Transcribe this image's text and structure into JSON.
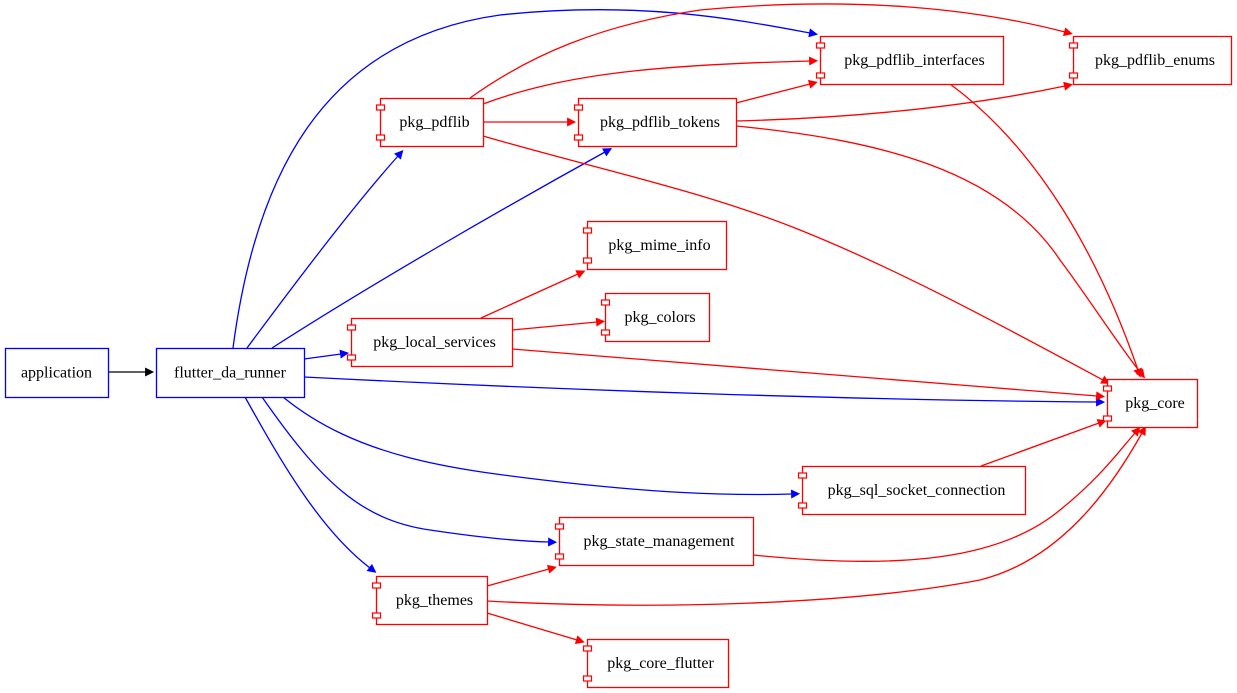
{
  "graph": {
    "colors": {
      "application": "#0000ff",
      "package": "#ff0000",
      "edge_app": "#000000",
      "edge_runner": "#0000ff",
      "edge_pkg": "#ff0000"
    },
    "nodes": [
      {
        "id": "application",
        "label": "application",
        "kind": "application"
      },
      {
        "id": "flutter_da_runner",
        "label": "flutter_da_runner",
        "kind": "application"
      },
      {
        "id": "pkg_pdflib",
        "label": "pkg_pdflib",
        "kind": "package"
      },
      {
        "id": "pkg_pdflib_tokens",
        "label": "pkg_pdflib_tokens",
        "kind": "package"
      },
      {
        "id": "pkg_pdflib_interfaces",
        "label": "pkg_pdflib_interfaces",
        "kind": "package"
      },
      {
        "id": "pkg_pdflib_enums",
        "label": "pkg_pdflib_enums",
        "kind": "package"
      },
      {
        "id": "pkg_mime_info",
        "label": "pkg_mime_info",
        "kind": "package"
      },
      {
        "id": "pkg_colors",
        "label": "pkg_colors",
        "kind": "package"
      },
      {
        "id": "pkg_local_services",
        "label": "pkg_local_services",
        "kind": "package"
      },
      {
        "id": "pkg_core",
        "label": "pkg_core",
        "kind": "package"
      },
      {
        "id": "pkg_sql_socket_connection",
        "label": "pkg_sql_socket_connection",
        "kind": "package"
      },
      {
        "id": "pkg_state_management",
        "label": "pkg_state_management",
        "kind": "package"
      },
      {
        "id": "pkg_themes",
        "label": "pkg_themes",
        "kind": "package"
      },
      {
        "id": "pkg_core_flutter",
        "label": "pkg_core_flutter",
        "kind": "package"
      }
    ],
    "edges": [
      {
        "from": "application",
        "to": "flutter_da_runner",
        "kind": "app"
      },
      {
        "from": "flutter_da_runner",
        "to": "pkg_pdflib_interfaces",
        "kind": "runner"
      },
      {
        "from": "flutter_da_runner",
        "to": "pkg_pdflib",
        "kind": "runner"
      },
      {
        "from": "flutter_da_runner",
        "to": "pkg_pdflib_tokens",
        "kind": "runner"
      },
      {
        "from": "flutter_da_runner",
        "to": "pkg_local_services",
        "kind": "runner"
      },
      {
        "from": "flutter_da_runner",
        "to": "pkg_core",
        "kind": "runner"
      },
      {
        "from": "flutter_da_runner",
        "to": "pkg_sql_socket_connection",
        "kind": "runner"
      },
      {
        "from": "flutter_da_runner",
        "to": "pkg_state_management",
        "kind": "runner"
      },
      {
        "from": "flutter_da_runner",
        "to": "pkg_themes",
        "kind": "runner"
      },
      {
        "from": "pkg_pdflib",
        "to": "pkg_pdflib_enums",
        "kind": "pkg"
      },
      {
        "from": "pkg_pdflib",
        "to": "pkg_pdflib_interfaces",
        "kind": "pkg"
      },
      {
        "from": "pkg_pdflib",
        "to": "pkg_pdflib_tokens",
        "kind": "pkg"
      },
      {
        "from": "pkg_pdflib",
        "to": "pkg_core",
        "kind": "pkg"
      },
      {
        "from": "pkg_pdflib_tokens",
        "to": "pkg_pdflib_interfaces",
        "kind": "pkg"
      },
      {
        "from": "pkg_pdflib_tokens",
        "to": "pkg_pdflib_enums",
        "kind": "pkg"
      },
      {
        "from": "pkg_pdflib_tokens",
        "to": "pkg_core",
        "kind": "pkg"
      },
      {
        "from": "pkg_pdflib_interfaces",
        "to": "pkg_pdflib_enums",
        "kind": "pkg"
      },
      {
        "from": "pkg_pdflib_interfaces",
        "to": "pkg_core",
        "kind": "pkg"
      },
      {
        "from": "pkg_local_services",
        "to": "pkg_mime_info",
        "kind": "pkg"
      },
      {
        "from": "pkg_local_services",
        "to": "pkg_colors",
        "kind": "pkg"
      },
      {
        "from": "pkg_local_services",
        "to": "pkg_core",
        "kind": "pkg"
      },
      {
        "from": "pkg_sql_socket_connection",
        "to": "pkg_core",
        "kind": "pkg"
      },
      {
        "from": "pkg_state_management",
        "to": "pkg_core",
        "kind": "pkg"
      },
      {
        "from": "pkg_themes",
        "to": "pkg_state_management",
        "kind": "pkg"
      },
      {
        "from": "pkg_themes",
        "to": "pkg_core",
        "kind": "pkg"
      },
      {
        "from": "pkg_themes",
        "to": "pkg_core_flutter",
        "kind": "pkg"
      }
    ]
  }
}
